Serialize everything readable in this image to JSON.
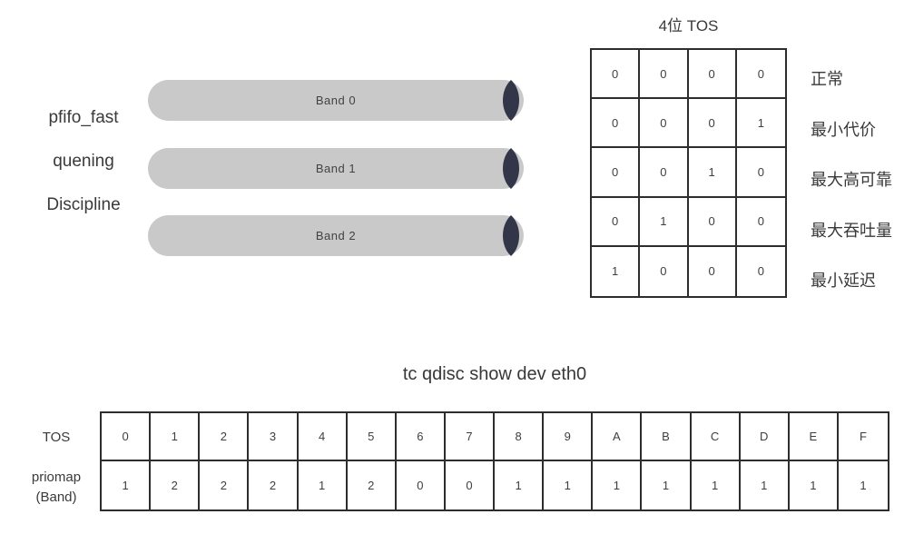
{
  "colors": {
    "background": "#ffffff",
    "bar_fill": "#c9c9c9",
    "bar_cap": "#323648",
    "table_border": "#2d2d2d",
    "text": "#3e3e3e"
  },
  "qdisc_name": {
    "line1": "pfifo_fast",
    "line2": "quening",
    "line3": "Discipline"
  },
  "bands": [
    {
      "label": "Band 0"
    },
    {
      "label": "Band 1"
    },
    {
      "label": "Band 2"
    }
  ],
  "tos_table": {
    "title": "4位 TOS",
    "rows": [
      {
        "bits": [
          "0",
          "0",
          "0",
          "0"
        ],
        "label": "正常"
      },
      {
        "bits": [
          "0",
          "0",
          "0",
          "1"
        ],
        "label": "最小代价"
      },
      {
        "bits": [
          "0",
          "0",
          "1",
          "0"
        ],
        "label": "最大高可靠"
      },
      {
        "bits": [
          "0",
          "1",
          "0",
          "0"
        ],
        "label": "最大吞吐量"
      },
      {
        "bits": [
          "1",
          "0",
          "0",
          "0"
        ],
        "label": "最小延迟"
      }
    ]
  },
  "priomap_table": {
    "title": "tc qdisc show dev eth0",
    "tos_row_label": "TOS",
    "priomap_row_label_line1": "priomap",
    "priomap_row_label_line2": "(Band)",
    "tos": [
      "0",
      "1",
      "2",
      "3",
      "4",
      "5",
      "6",
      "7",
      "8",
      "9",
      "A",
      "B",
      "C",
      "D",
      "E",
      "F"
    ],
    "priomap": [
      "1",
      "2",
      "2",
      "2",
      "1",
      "2",
      "0",
      "0",
      "1",
      "1",
      "1",
      "1",
      "1",
      "1",
      "1",
      "1"
    ]
  }
}
